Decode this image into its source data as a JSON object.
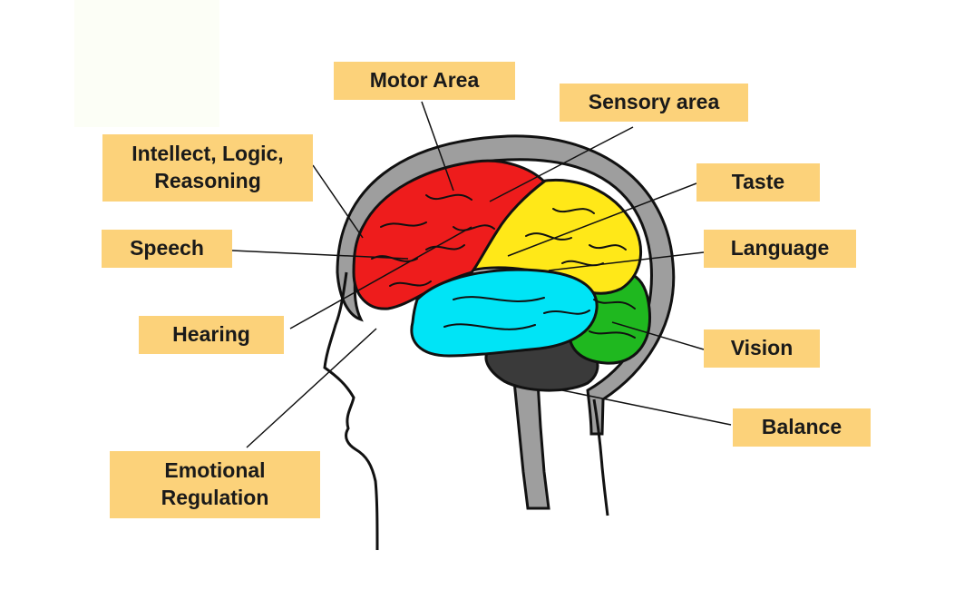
{
  "colors": {
    "label_bg": "#fcd27a",
    "frontal_lobe": "#ee1c1c",
    "parietal_lobe": "#ffe818",
    "temporal_lobe": "#00e4f6",
    "occipital_lobe": "#1fb81f",
    "cerebellum": "#3a3a3a",
    "skull": "#9e9e9e",
    "outline": "#111111"
  },
  "labels": {
    "motor_area": "Motor Area",
    "sensory_area": "Sensory area",
    "intellect": "Intellect, Logic,\nReasoning",
    "taste": "Taste",
    "speech": "Speech",
    "language": "Language",
    "hearing": "Hearing",
    "vision": "Vision",
    "balance": "Balance",
    "emotional": "Emotional\nRegulation"
  }
}
